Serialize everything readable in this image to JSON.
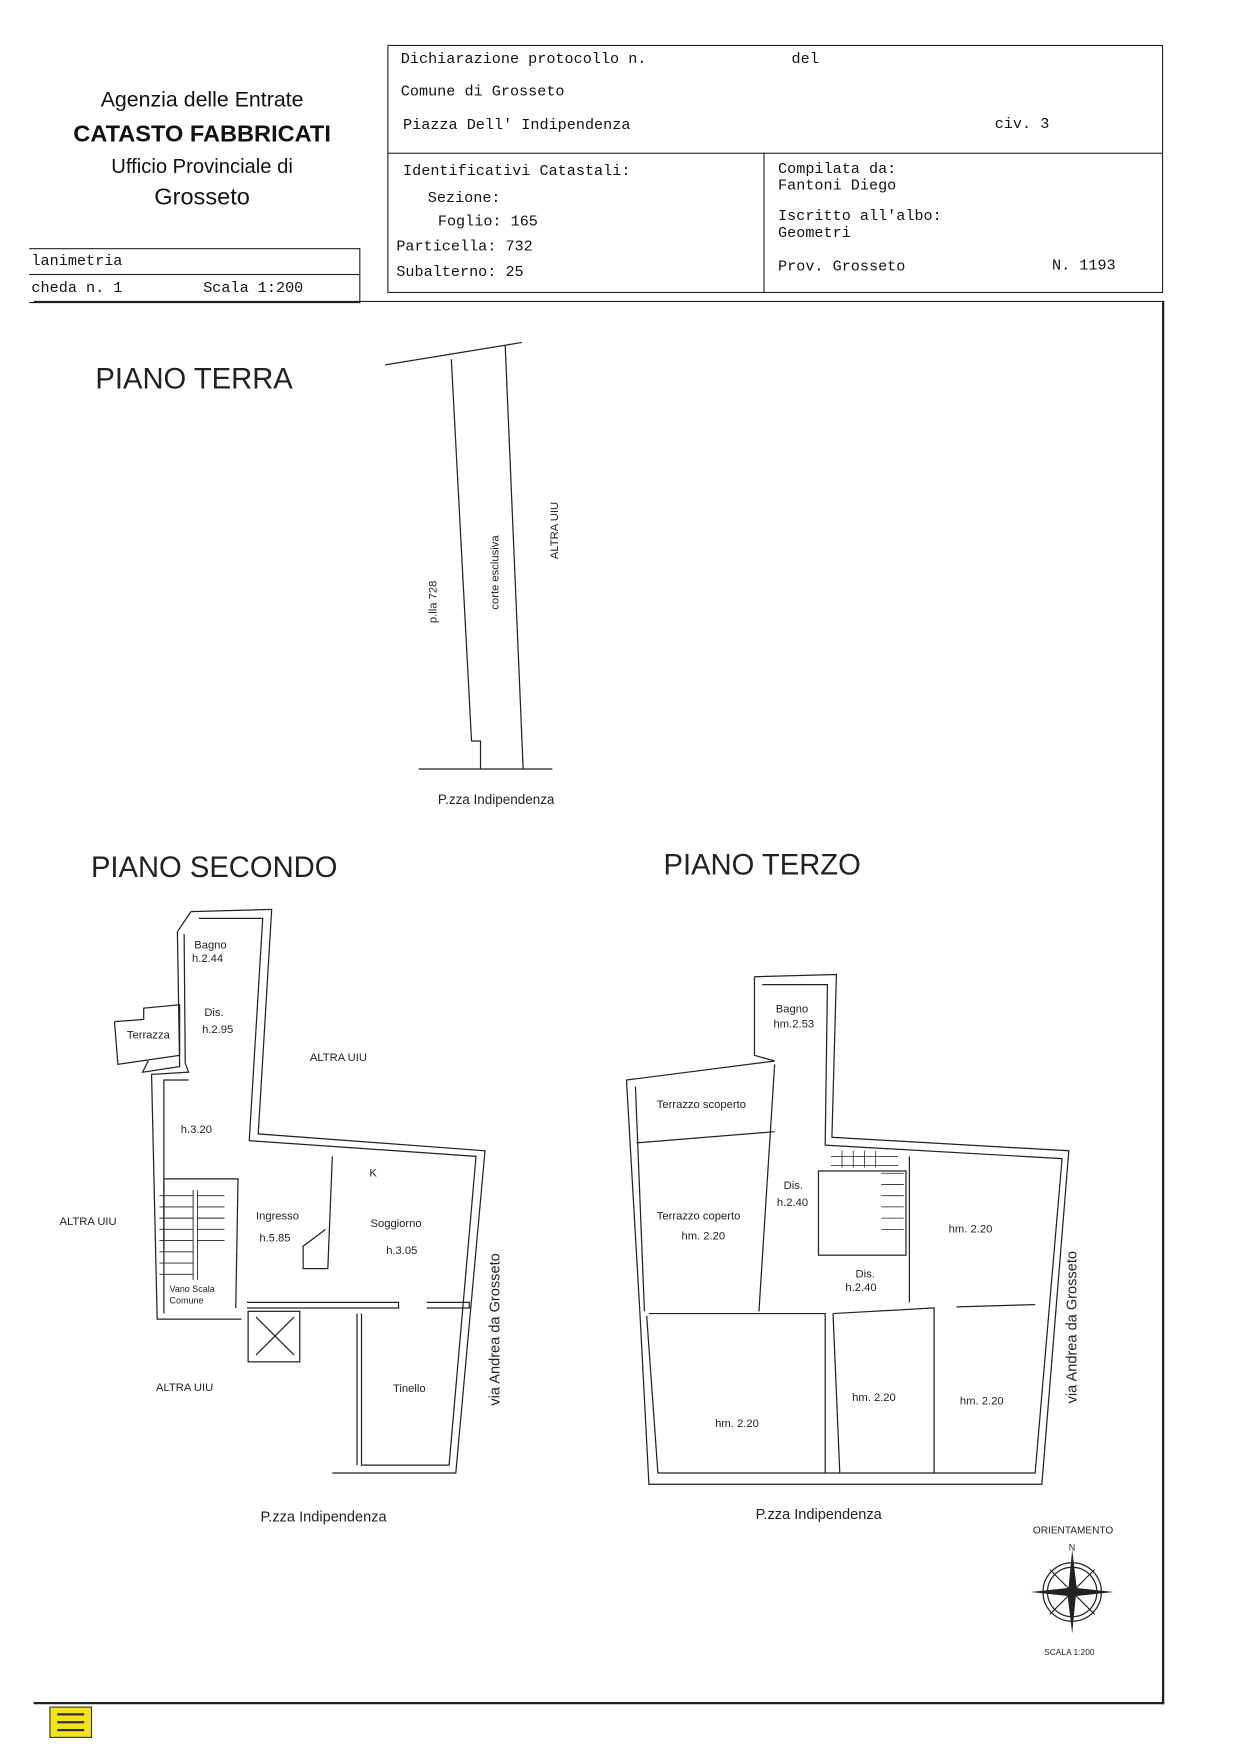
{
  "header": {
    "agency": "Agenzia delle Entrate",
    "catasto": "CATASTO FABBRICATI",
    "office": "Ufficio Provinciale di",
    "city": "Grosseto"
  },
  "doc_box": {
    "planimetria": "lanimetria",
    "scheda": "cheda n. 1",
    "scala": "Scala 1:200"
  },
  "declaration": {
    "protocollo": "Dichiarazione protocollo n.",
    "del": "del",
    "comune": "Comune di Grosseto",
    "address": "Piazza Dell' Indipendenza",
    "civ": "civ. 3"
  },
  "identifiers": {
    "title": "Identificativi Catastali:",
    "sezione": "Sezione:",
    "foglio": "Foglio: 165",
    "particella": "Particella: 732",
    "subalterno": "Subalterno: 25"
  },
  "compiler": {
    "label": "Compilata da:",
    "name": "Fantoni Diego",
    "albo_label": "Iscritto all'albo:",
    "albo": "Geometri",
    "prov": "Prov. Grosseto",
    "number": "N. 1193"
  },
  "piano_terra": {
    "title": "PIANO TERRA",
    "plla": "p.lla 728",
    "corte": "corte esclusiva",
    "altra": "ALTRA UIU",
    "street": "P.zza Indipendenza"
  },
  "piano_secondo": {
    "title": "PIANO SECONDO",
    "bagno": "Bagno",
    "bagno_h": "h.2.44",
    "dis": "Dis.",
    "dis_h": "h.2.95",
    "terrazza": "Terrazza",
    "altra_top": "ALTRA UIU",
    "h320": "h.3.20",
    "altra_left": "ALTRA UIU",
    "ingresso": "Ingresso",
    "ingresso_h": "h.5.85",
    "k": "K",
    "soggiorno": "Soggiorno",
    "soggiorno_h": "h.3.05",
    "vano1": "Vano Scala",
    "vano2": "Comune",
    "altra_bottom": "ALTRA UIU",
    "tinello": "Tinello",
    "via": "via Andrea da Grosseto",
    "street": "P.zza Indipendenza"
  },
  "piano_terzo": {
    "title": "PIANO TERZO",
    "bagno": "Bagno",
    "bagno_h": "hm.2.53",
    "terr_scop": "Terrazzo scoperto",
    "terr_cop": "Terrazzo coperto",
    "terr_cop_h": "hm. 2.20",
    "dis1": "Dis.",
    "dis1_h": "h.2.40",
    "dis2": "Dis.",
    "dis2_h": "h.2.40",
    "room_r": "hm. 2.20",
    "room_bl": "hm. 2.20",
    "room_bm": "hm. 2.20",
    "room_br": "hm. 2.20",
    "via": "via Andrea da Grosseto",
    "street": "P.zza Indipendenza"
  },
  "compass": {
    "label": "ORIENTAMENTO",
    "north": "N",
    "scale": "SCALA 1:200"
  }
}
